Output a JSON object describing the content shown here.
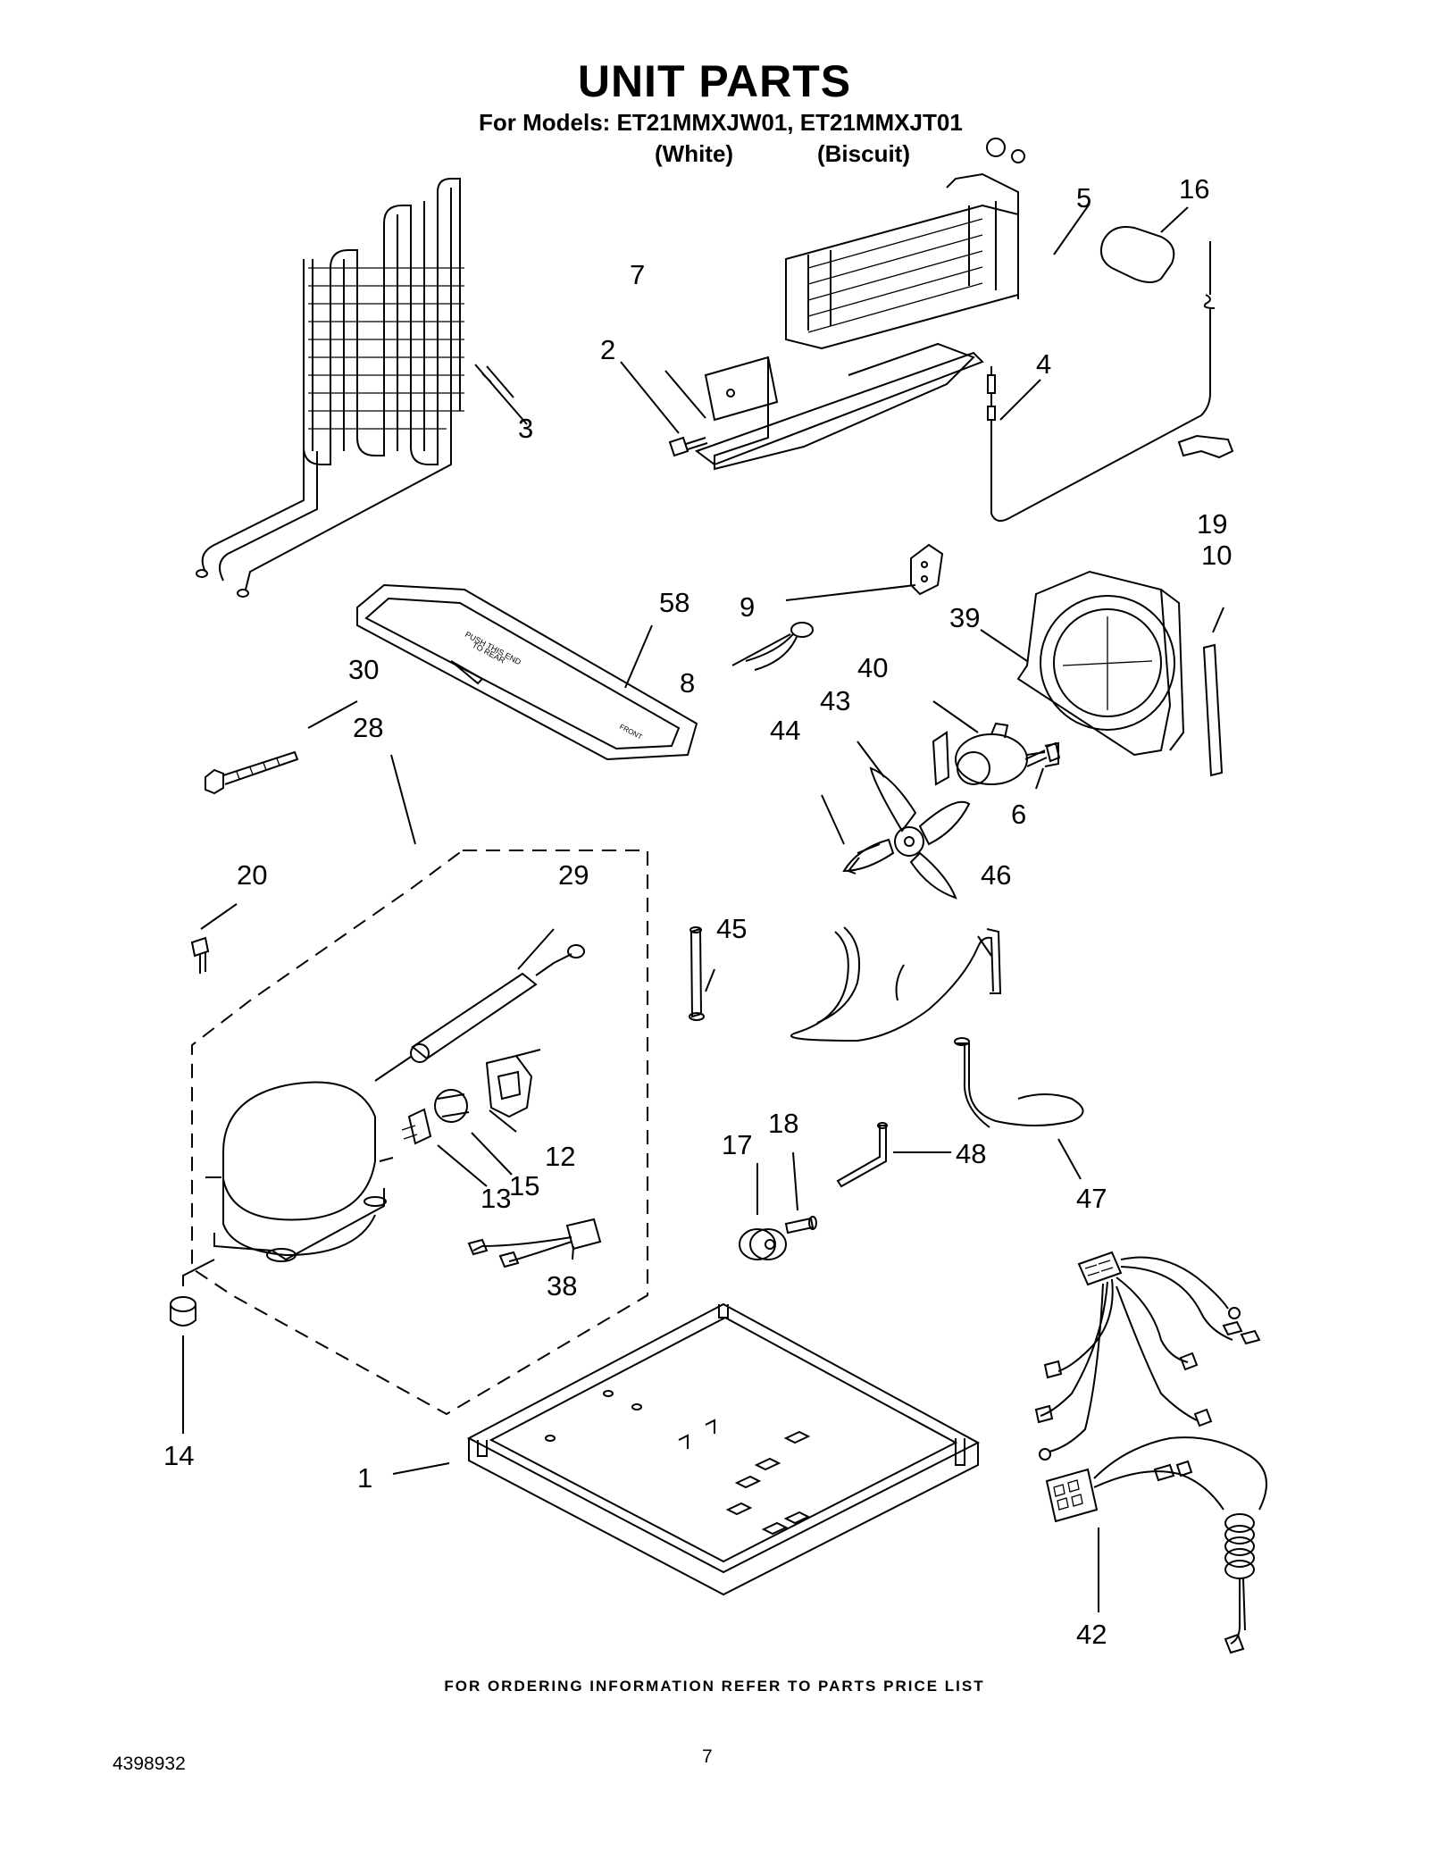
{
  "header": {
    "title": "UNIT PARTS",
    "models_line": "For Models: ET21MMXJW01, ET21MMXJT01",
    "color_white": "(White)",
    "color_biscuit": "(Biscuit)"
  },
  "callouts": {
    "c1": "1",
    "c2": "2",
    "c3": "3",
    "c4": "4",
    "c5": "5",
    "c6": "6",
    "c7": "7",
    "c8": "8",
    "c9": "9",
    "c10": "10",
    "c12": "12",
    "c13": "13",
    "c14": "14",
    "c15": "15",
    "c16": "16",
    "c17": "17",
    "c18": "18",
    "c19": "19",
    "c20": "20",
    "c28": "28",
    "c29": "29",
    "c30": "30",
    "c38": "38",
    "c39": "39",
    "c40": "40",
    "c42": "42",
    "c43": "43",
    "c44": "44",
    "c45": "45",
    "c46": "46",
    "c47": "47",
    "c48": "48",
    "c58": "58"
  },
  "part_labels": {
    "pan_push": "PUSH THIS END",
    "pan_rear": "TO REAR",
    "pan_front": "FRONT"
  },
  "footer": {
    "note": "FOR ORDERING INFORMATION REFER TO PARTS PRICE LIST",
    "doc_number": "4398932",
    "page_number": "7"
  }
}
